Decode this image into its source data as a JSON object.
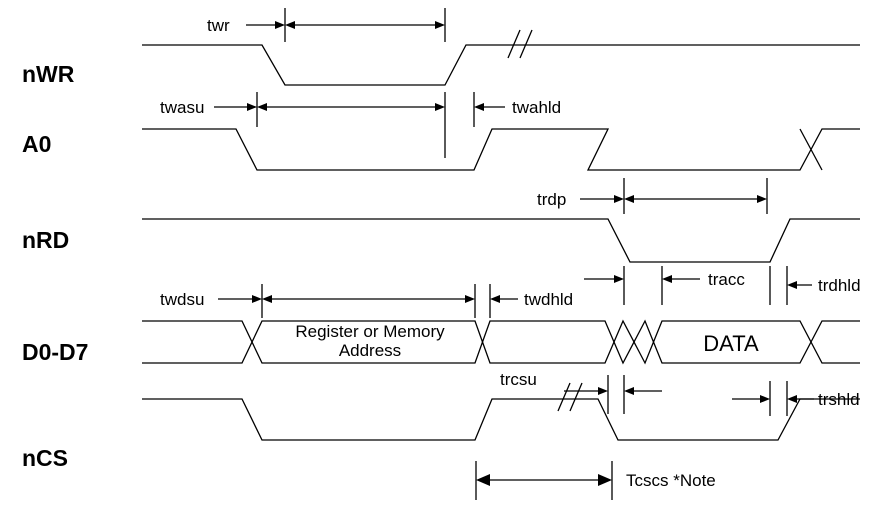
{
  "signals": {
    "nwr": "nWR",
    "a0": "A0",
    "nrd": "nRD",
    "data_bus": "D0-D7",
    "ncs": "nCS"
  },
  "timing": {
    "twr": "twr",
    "twasu": "twasu",
    "twahld": "twahld",
    "trdp": "trdp",
    "twdsu": "twdsu",
    "twdhld": "twdhld",
    "tracc": "tracc",
    "trdhld": "trdhld",
    "trcsu": "trcsu",
    "trshld": "trshld",
    "tcscs": "Tcscs *Note"
  },
  "bus_values": {
    "address_line1": "Register or Memory",
    "address_line2": "Address",
    "data": "DATA"
  }
}
